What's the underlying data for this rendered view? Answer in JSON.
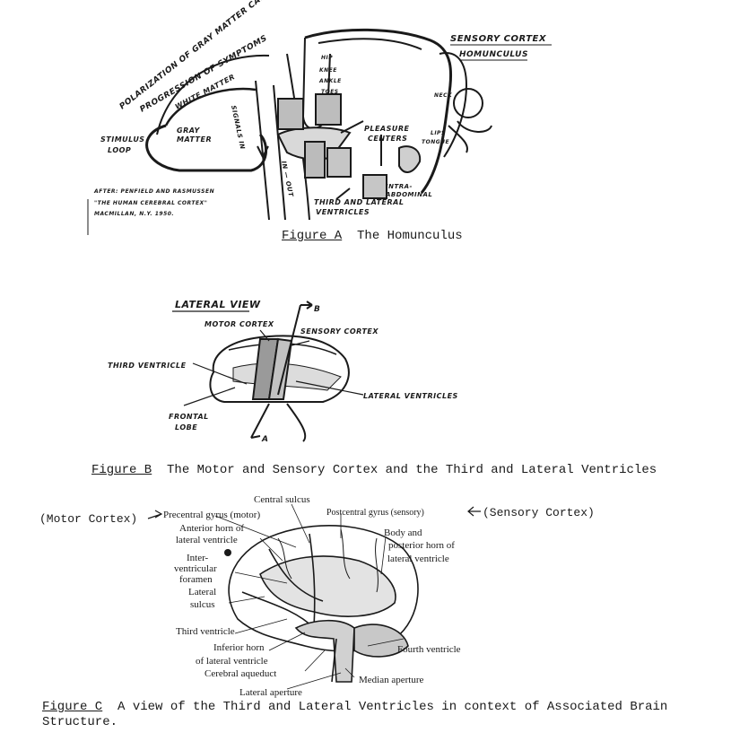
{
  "figure_a": {
    "caption_label": "Figure A",
    "caption_text": "The Homunculus",
    "labels": {
      "polarization_1": "POLARIZATION OF GRAY MATTER CAUSES",
      "polarization_2": "PROGRESSION OF SYMPTOMS",
      "white_matter": "WHITE MATTER",
      "gray_matter_1": "GRAY",
      "gray_matter_2": "MATTER",
      "stimulus_1": "STIMULUS",
      "stimulus_2": "LOOP",
      "signals_in": "SIGNALS IN",
      "in_out": "IN — OUT",
      "pleasure_1": "PLEASURE",
      "pleasure_2": "CENTERS",
      "third_lateral_1": "THIRD AND LATERAL",
      "third_lateral_2": "VENTRICLES",
      "intra_1": "INTRA-",
      "intra_2": "ABDOMINAL",
      "sensory_cortex": "SENSORY CORTEX",
      "homunculus": "HOMUNCULUS",
      "hip": "HIP",
      "knee": "KNEE",
      "ankle": "ANKLE",
      "toes": "TOES",
      "neck": "NECK",
      "lips": "LIPS",
      "tongue": "TONGUE",
      "credit_1": "AFTER: PENFIELD AND RASMUSSEN",
      "credit_2": "\"THE HUMAN CEREBRAL CORTEX\"",
      "credit_3": "MACMILLAN, N.Y. 1950."
    }
  },
  "figure_b": {
    "caption_label": "Figure B",
    "caption_text": "The Motor and Sensory Cortex and the Third and Lateral Ventricles",
    "labels": {
      "lateral_view": "LATERAL VIEW",
      "motor_cortex": "MOTOR CORTEX",
      "sensory_cortex": "SENSORY CORTEX",
      "third_ventricle": "THIRD VENTRICLE",
      "lateral_ventricles": "LATERAL VENTRICLES",
      "frontal_1": "FRONTAL",
      "frontal_2": "LOBE",
      "marker_b": "B",
      "marker_a": "A"
    }
  },
  "figure_c": {
    "caption_label": "Figure C",
    "caption_text": "A view of the Third and Lateral Ventricles in context of Associated Brain",
    "caption_text_2": "Structure.",
    "motor_cortex_note": "(Motor Cortex)",
    "sensory_cortex_note": "(Sensory Cortex)",
    "labels": {
      "central_sulcus": "Central sulcus",
      "precentral_gyrus": "Precentral gyrus (motor)",
      "postcentral_gyrus": "Postcentral gyrus (sensory)",
      "anterior_horn_1": "Anterior horn of",
      "anterior_horn_2": "lateral ventricle",
      "body_posterior_1": "Body and",
      "body_posterior_2": "posterior horn of",
      "body_posterior_3": "lateral ventricle",
      "interventricular_1": "Inter-",
      "interventricular_2": "ventricular",
      "interventricular_3": "foramen",
      "lateral_sulcus_1": "Lateral",
      "lateral_sulcus_2": "sulcus",
      "third_ventricle": "Third ventricle",
      "inferior_horn_1": "Inferior horn",
      "inferior_horn_2": "of lateral ventricle",
      "cerebral_aqueduct": "Cerebral aqueduct",
      "fourth_ventricle": "Fourth ventricle",
      "median_aperture": "Median aperture",
      "lateral_aperture": "Lateral aperture"
    }
  }
}
